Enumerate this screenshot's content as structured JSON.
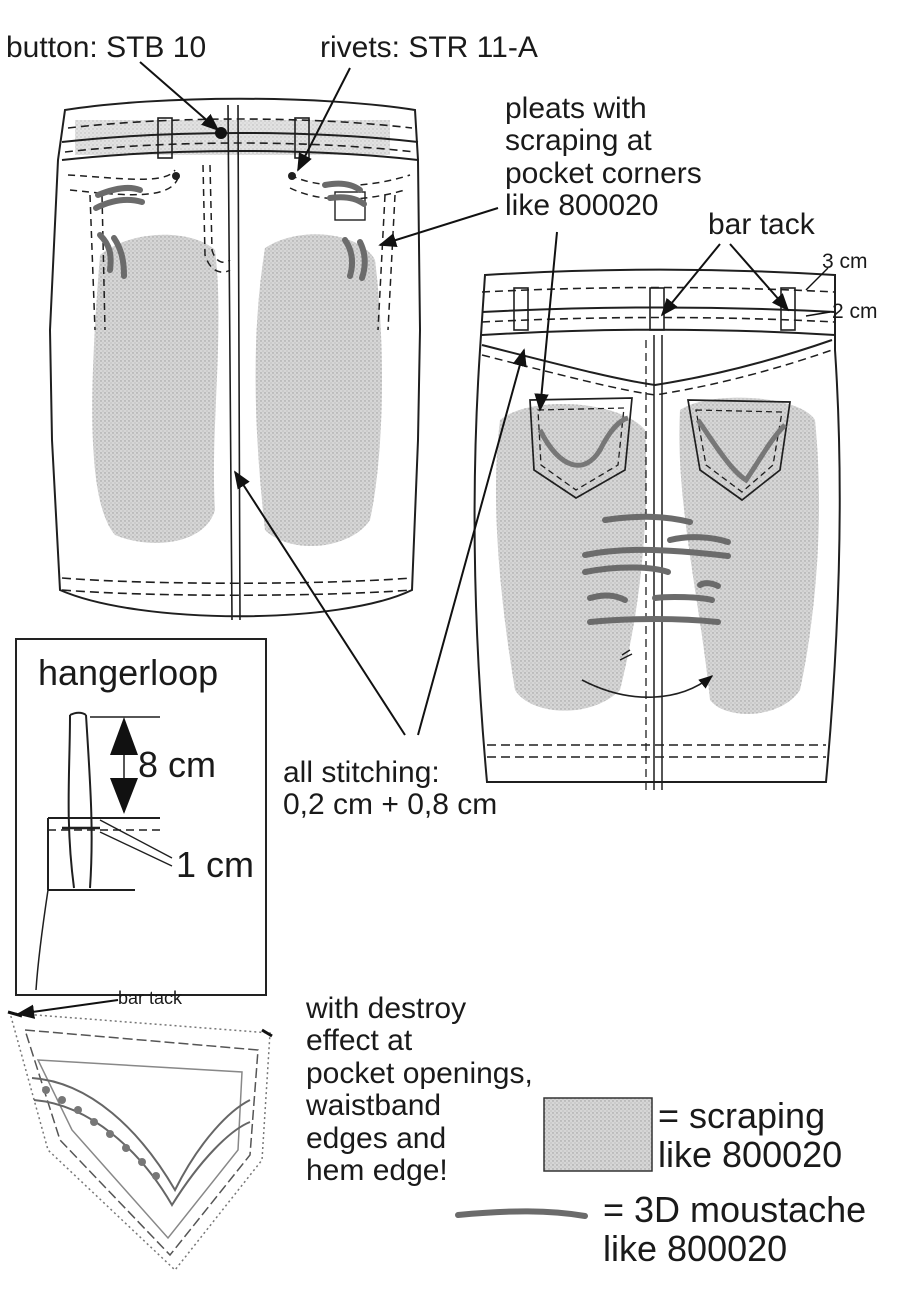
{
  "annotations": {
    "button": "button: STB 10",
    "rivets": "rivets: STR 11-A",
    "pleats": "pleats with\nscraping at\npocket corners\nlike 800020",
    "bar_tack_back": "bar tack",
    "dim_3cm": "3 cm",
    "dim_2cm": "2 cm",
    "all_stitching": "all stitching:\n0,2 cm + 0,8 cm",
    "destroy_effect": "with destroy\neffect at\npocket openings,\nwaistband\nedges and\nhem edge!",
    "bar_tack_pocket": "bar tack"
  },
  "hangerloop": {
    "title": "hangerloop",
    "length": "8 cm",
    "offset": "1 cm"
  },
  "legend": {
    "scraping": "= scraping\nlike 800020",
    "moustache": "= 3D moustache\nlike 800020"
  },
  "colors": {
    "line": "#1f1f1f",
    "scraping_fill": "#d4d4d4",
    "moustache": "#6b6b6b"
  }
}
